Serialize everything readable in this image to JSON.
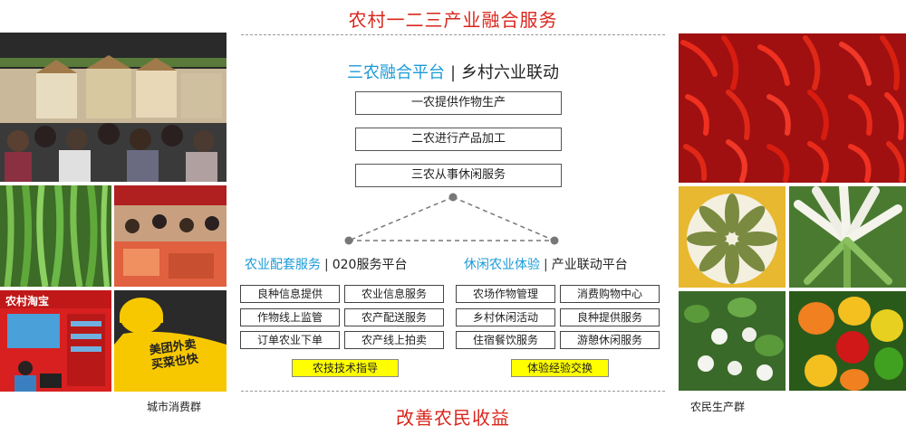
{
  "title": "农村一二三产业融合服务",
  "subtitle": {
    "left": "三农融合平台",
    "separator": "|",
    "right": "乡村六业联动"
  },
  "stack": [
    "一农提供作物生产",
    "二农进行产品加工",
    "三农从事休闲服务"
  ],
  "left_section": {
    "heading_blue": "农业配套服务",
    "separator": "|",
    "heading_black": "020服务平台",
    "items": [
      "良种信息提供",
      "农业信息服务",
      "作物线上监管",
      "农产配送服务",
      "订单农业下单",
      "农产线上拍卖"
    ],
    "highlight": "农技技术指导"
  },
  "right_section": {
    "heading_blue": "休闲农业体验",
    "separator": "|",
    "heading_black": "产业联动平台",
    "items": [
      "农场作物管理",
      "消费购物中心",
      "乡村休闲活动",
      "良种提供服务",
      "住宿餐饮服务",
      "游憩休闲服务"
    ],
    "highlight": "体验经验交换"
  },
  "photo_text": {
    "store_sign": "农村淘宝",
    "rider_line1": "美团外卖",
    "rider_line2": "买菜也快"
  },
  "left_caption": "城市消费群",
  "right_caption": "农民生产群",
  "footer": "改善农民收益",
  "colors": {
    "accent_red": "#d9261c",
    "accent_blue": "#1a9bd7",
    "highlight_yellow": "#ffff00"
  }
}
